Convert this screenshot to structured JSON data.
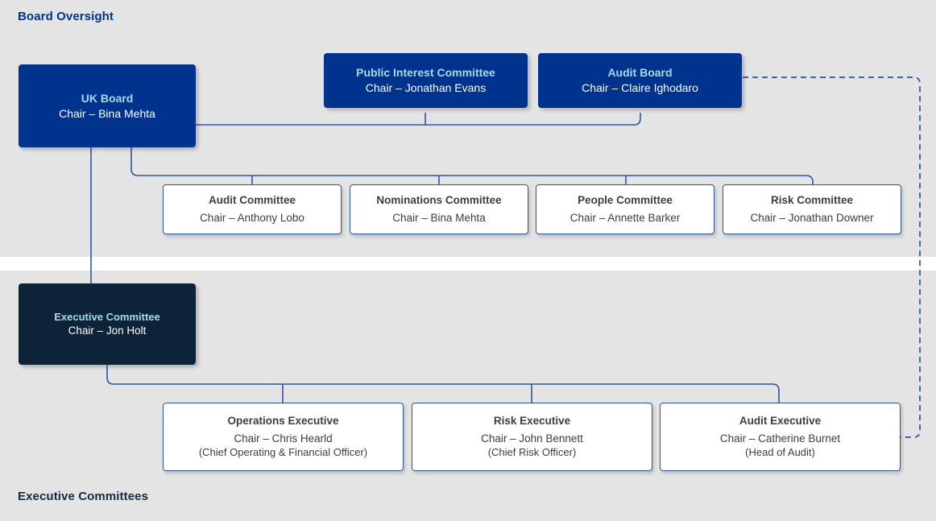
{
  "page": {
    "background": "#ffffff",
    "band_color": "#e4e4e4",
    "accent_blue": "#00338d",
    "accent_navy": "#0d2338",
    "title_text_blue": "#a8d7f0",
    "connector_color": "#2b55a3",
    "outline_color": "#2b55a3",
    "body_text": "#3d3d3d"
  },
  "sections": {
    "board_oversight_label": "Board Oversight",
    "executive_committees_label": "Executive Committees"
  },
  "board": {
    "uk_board": {
      "title": "UK Board",
      "chair": "Chair – Bina Mehta"
    },
    "public_interest_committee": {
      "title": "Public Interest Committee",
      "chair": "Chair – Jonathan Evans"
    },
    "audit_board": {
      "title": "Audit Board",
      "chair": "Chair – Claire Ighodaro"
    },
    "committees": [
      {
        "title": "Audit Committee",
        "chair": "Chair – Anthony Lobo"
      },
      {
        "title": "Nominations Committee",
        "chair": "Chair – Bina Mehta"
      },
      {
        "title": "People Committee",
        "chair": "Chair – Annette Barker"
      },
      {
        "title": "Risk Committee",
        "chair": "Chair – Jonathan Downer"
      }
    ]
  },
  "executive": {
    "executive_committee": {
      "title": "Executive Committee",
      "chair": "Chair – Jon Holt"
    },
    "executives": [
      {
        "title": "Operations Executive",
        "chair": "Chair – Chris Hearld",
        "role": "(Chief Operating & Financial Officer)"
      },
      {
        "title": "Risk Executive",
        "chair": "Chair – John Bennett",
        "role": "(Chief Risk Officer)"
      },
      {
        "title": "Audit Executive",
        "chair": "Chair – Catherine Burnet",
        "role": "(Head of Audit)"
      }
    ]
  }
}
